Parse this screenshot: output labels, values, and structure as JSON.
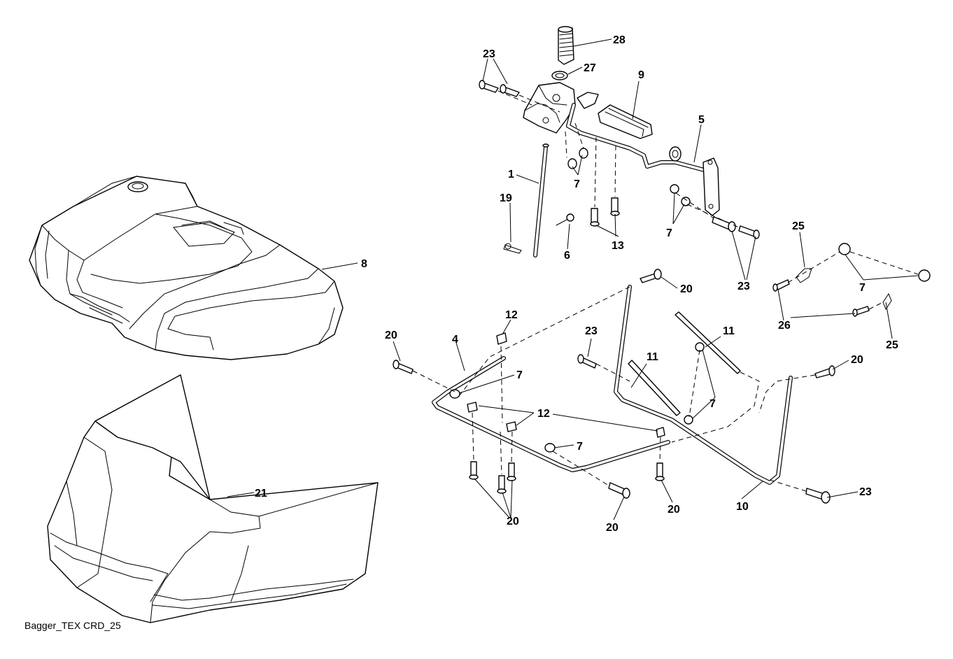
{
  "caption": "Bagger_TEX CRD_25",
  "callouts": {
    "c1": "1",
    "c4": "4",
    "c5": "5",
    "c6": "6",
    "c7a": "7",
    "c7b": "7",
    "c7c": "7",
    "c7d": "7",
    "c7e": "7",
    "c7f": "7",
    "c8": "8",
    "c9": "9",
    "c10": "10",
    "c11a": "11",
    "c11b": "11",
    "c12a": "12",
    "c12b": "12",
    "c13": "13",
    "c19": "19",
    "c20a": "20",
    "c20b": "20",
    "c20c": "20",
    "c20d": "20",
    "c20e": "20",
    "c20f": "20",
    "c21": "21",
    "c23a": "23",
    "c23b": "23",
    "c23c": "23",
    "c23d": "23",
    "c25a": "25",
    "c25b": "25",
    "c26": "26",
    "c27": "27",
    "c28": "28"
  }
}
